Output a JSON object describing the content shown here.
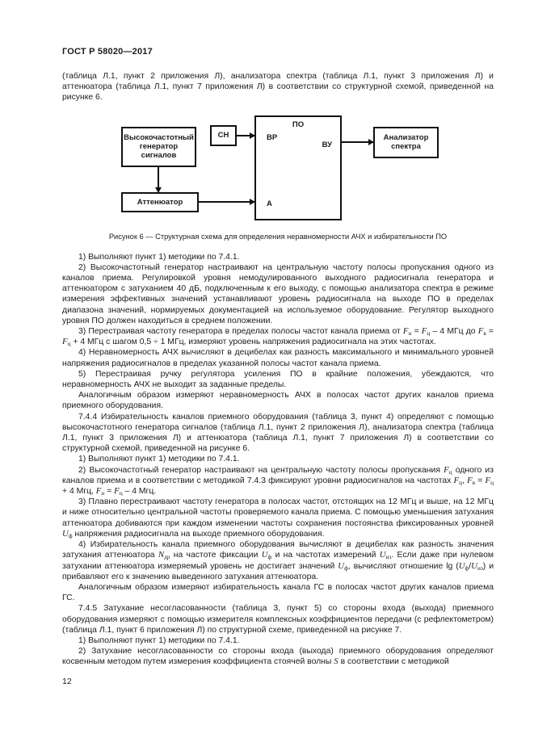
{
  "document": {
    "header": "ГОСТ Р 58020—2017",
    "page_number": "12"
  },
  "figure": {
    "caption": "Рисунок 6 — Структурная схема для определения неравномерности АЧХ и избирательности ПО",
    "blocks": {
      "generator": "Высокочастотный генератор сигналов",
      "matched_load": "СН",
      "receiver": "ПО",
      "receiver_input_vr": "ВР",
      "receiver_output_vu": "ВУ",
      "receiver_input_a": "А",
      "spectrum_analyzer": "Анализатор спектра",
      "attenuator": "Аттенюатор"
    }
  },
  "content": {
    "intro": [
      "(таблица Л.1, пункт 2 приложения Л), анализатора спектра (таблица Л.1, пункт 3 приложения Л) и аттенюатора (таблица Л.1, пункт 7 приложения Л) в соответствии со структурной схемой, приведенной на рисунке 6."
    ],
    "paragraphs": [
      [
        "1) Выполняют пункт 1) методики по 7.4.1."
      ],
      [
        "2) Высокочастотный генератор настраивают на центральную частоту полосы пропускания одного из каналов приема. Регулировкой уровня немодулированного выходного радиосигнала генератора и аттенюатором с затуханием 40 дБ, подключенным к его выходу, с помощью анализатора спектра в режиме измерения эффективных значений устанавливают уровень радиосигнала на выходе ПО в пределах диапазона значений, нормируемых документацией на используемое оборудование. Регулятор выходного уровня ПО должен находиться в среднем положении."
      ],
      [
        "3) Перестраивая частоту генератора в пределах полосы частот канала приема от ",
        {
          "v": "F",
          "s": "н"
        },
        " = ",
        {
          "v": "F",
          "s": "ц"
        },
        " – 4 МГц до ",
        {
          "v": "F",
          "s": "в"
        },
        " = ",
        {
          "v": "F",
          "s": "ц"
        },
        " + 4 МГц с шагом 0,5 ÷ 1 МГц, измеряют уровень напряжения радиосигнала на этих частотах."
      ],
      [
        "4) Неравномерность АЧХ вычисляют в децибелах как разность максимального и минимального уровней напряжения радиосигналов в пределах указанной полосы частот канала приема."
      ],
      [
        "5) Перестраивая ручку регулятора усиления ПО в крайние положения, убеждаются, что неравномерность АЧХ не выходит за заданные пределы."
      ],
      [
        "Аналогичным образом измеряют неравномерность АЧХ в полосах частот других каналов приема приемного оборудования."
      ],
      [
        "7.4.4 Избирательность каналов приемного оборудования (таблица 3, пункт 4) определяют с помощью высокочастотного генератора сигналов (таблица Л.1, пункт 2 приложения Л), анализатора спектра (таблица Л.1, пункт 3 приложения Л) и аттенюатора (таблица Л.1, пункт 7 приложения Л) в соответствии со структурной схемой, приведенной на рисунке 6."
      ],
      [
        "1) Выполняют пункт 1) методики по 7.4.1."
      ],
      [
        "2) Высокочастотный генератор настраивают на центральную частоту полосы пропускания ",
        {
          "v": "F",
          "s": "ц"
        },
        " одного из каналов приема и в соответствии с методикой 7.4.3 фиксируют уровни радиосигналов на частотах ",
        {
          "v": "F",
          "s": "ц"
        },
        ", ",
        {
          "v": "F",
          "s": "в"
        },
        " = ",
        {
          "v": "F",
          "s": "ц"
        },
        " + 4 Мгц, ",
        {
          "v": "F",
          "s": "н"
        },
        " = ",
        {
          "v": "F",
          "s": "ц"
        },
        " – 4 Мгц."
      ],
      [
        "3) Плавно перестраивают частоту генератора в полосах частот, отстоящих на 12 МГц и выше, на 12 МГц и ниже относительно центральной частоты проверяемого канала приема. С помощью уменьшения затухания аттенюатора добиваются при каждом изменении частоты сохранения постоянства фиксированных уровней ",
        {
          "v": "U",
          "s": "ф"
        },
        " напряжения радиосигнала на выходе приемного оборудования."
      ],
      [
        "4) Избирательность канала приемного оборудования вычисляют в децибелах как разность значения затухания аттенюатора ",
        {
          "v": "N",
          "s": "др"
        },
        " на частоте фиксации ",
        {
          "v": "U",
          "s": "ф"
        },
        " и на частотах измерений ",
        {
          "v": "U",
          "s": "из"
        },
        ". Если даже при нулевом затухании аттенюатора измеряемый уровень не достигает значений ",
        {
          "v": "U",
          "s": "ф"
        },
        ", вычисляют отношение lg (",
        {
          "v": "U",
          "s": "ф"
        },
        "/",
        {
          "v": "U",
          "s": "из"
        },
        ") и прибавляют его к значению выведенного затухания аттенюатора."
      ],
      [
        "Аналогичным образом измеряют избирательность канала ГС в полосах частот других каналов приема ГС."
      ],
      [
        "7.4.5 Затухание несогласованности (таблица 3, пункт 5) со стороны входа (выхода) приемного оборудования измеряют с помощью измерителя комплексных коэффициентов передачи (с рефлектометром) (таблица Л.1, пункт 6 приложения Л) по структурной схеме, приведенной на рисунке 7."
      ],
      [
        "1) Выполняют пункт 1) методики по 7.4.1."
      ],
      [
        "2) Затухание несогласованности со стороны входа (выхода) приемного оборудования определяют косвенным методом путем измерения коэффициента стоячей волны ",
        {
          "v": "S"
        },
        " в соответствии с методикой"
      ]
    ]
  }
}
